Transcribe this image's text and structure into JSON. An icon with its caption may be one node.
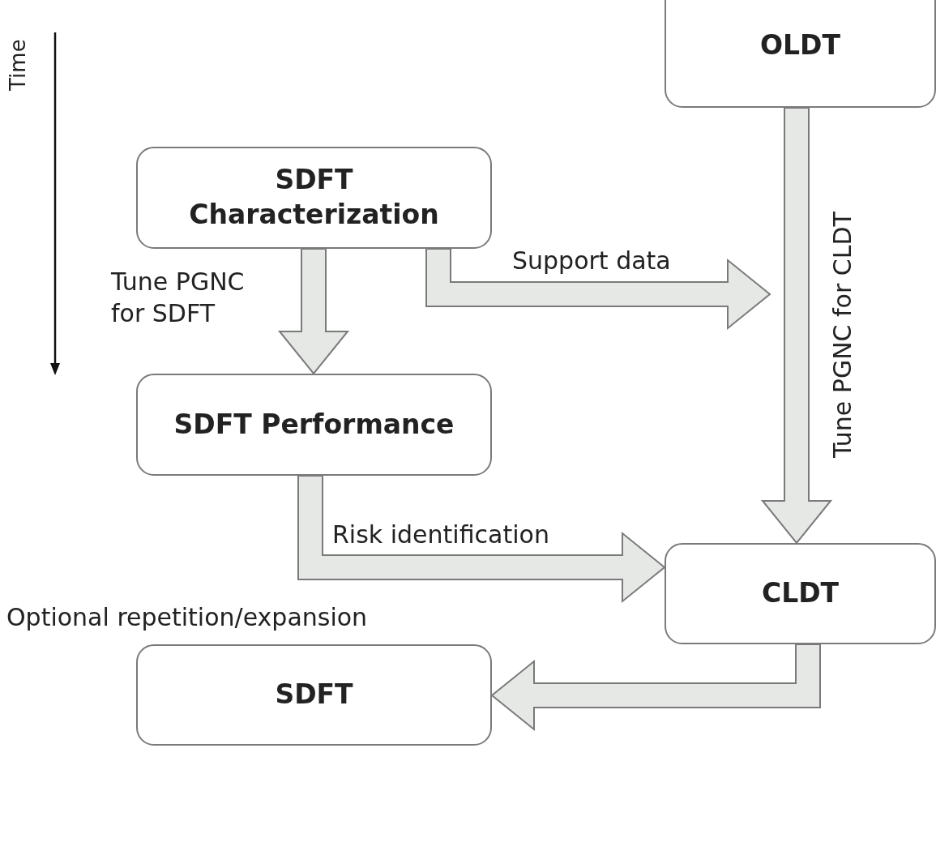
{
  "diagram": {
    "nodes": [
      {
        "text": [
          "OLDT"
        ]
      },
      {
        "text": [
          "SDFT Characterization"
        ]
      },
      {
        "text": [
          "SDFT Performance"
        ]
      },
      {
        "text": [
          "CLDT"
        ]
      },
      {
        "text": [
          "SDFT"
        ],
        "beside": [
          "Optional repetition/expansion"
        ]
      }
    ],
    "edges": [
      {
        "from": 0,
        "to": 3,
        "arrow": "to",
        "label": "Tune PGNC for CLDT",
        "style": "thick"
      },
      {
        "from": 1,
        "to": 2,
        "arrow": "to",
        "label": "Tune PGNC for SDFT",
        "style": "thick"
      },
      {
        "from": 1,
        "to": null,
        "arrow": "to",
        "label": "Support data",
        "style": "thick"
      },
      {
        "from": 2,
        "to": 3,
        "arrow": "to",
        "label": "Risk identification",
        "style": "thick"
      },
      {
        "from": 3,
        "to": 4,
        "arrow": "to",
        "style": "thick"
      }
    ],
    "labels": [
      "Time"
    ]
  }
}
